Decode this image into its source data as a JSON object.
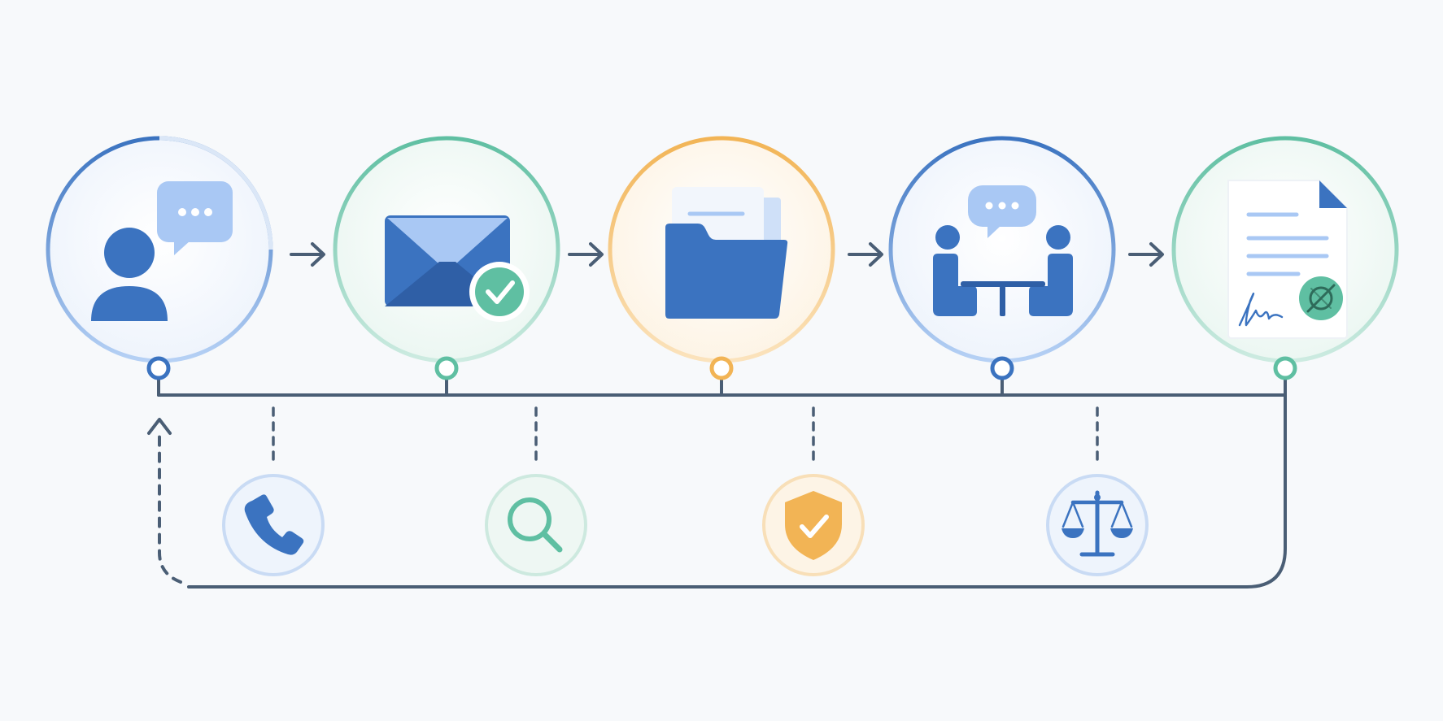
{
  "colors": {
    "background": "#f7f9fb",
    "blue": "#3b73c0",
    "blue_light": "#a9c8f4",
    "green": "#5fbfa2",
    "amber": "#f2b455",
    "connector": "#4a5e75"
  },
  "steps": [
    {
      "icon": "person-chat-icon",
      "ring": "blue"
    },
    {
      "icon": "envelope-check-icon",
      "ring": "green"
    },
    {
      "icon": "folder-document-icon",
      "ring": "amber"
    },
    {
      "icon": "meeting-table-icon",
      "ring": "blue"
    },
    {
      "icon": "signed-document-icon",
      "ring": "green"
    }
  ],
  "sub_steps": [
    {
      "icon": "phone-icon",
      "ring": "blue"
    },
    {
      "icon": "magnifier-icon",
      "ring": "green"
    },
    {
      "icon": "shield-check-icon",
      "ring": "amber"
    },
    {
      "icon": "scales-icon",
      "ring": "blue"
    }
  ]
}
